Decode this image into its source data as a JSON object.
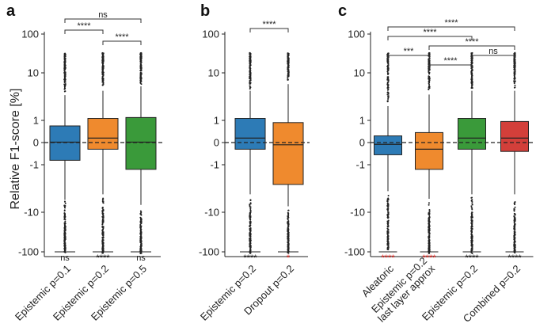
{
  "figure": {
    "ylabel": "Relative F1-score [%]",
    "colors": {
      "blue": "#2d7bb6",
      "orange": "#ef8a2e",
      "green": "#3a9a3a",
      "red": "#d33f3a",
      "sig_red": "#e8302a",
      "ink": "#222222"
    }
  },
  "chart_data": [
    {
      "type": "box",
      "panel_label": "a",
      "y_scale": "symlog",
      "y_ticks": [
        {
          "value": -100,
          "label": "-100"
        },
        {
          "value": -10,
          "label": "-10"
        },
        {
          "value": -1,
          "label": "-1"
        },
        {
          "value": 0,
          "label": "0"
        },
        {
          "value": 1,
          "label": "1"
        },
        {
          "value": 10,
          "label": "10"
        },
        {
          "value": 100,
          "label": "100"
        }
      ],
      "reference_line": 0,
      "categories": [
        "Epistemic p=0.1",
        "Epistemic p=0.2",
        "Epistemic p=0.5"
      ],
      "boxes": [
        {
          "name": "Epistemic p=0.1",
          "color": "blue",
          "q1": -0.8,
          "median": 0.02,
          "q3": 0.75,
          "whisker_low": -5.5,
          "whisker_high": 3.4,
          "out_low": -100,
          "out_high": 30,
          "bottom_label": "ns",
          "bottom_label_color": "ink"
        },
        {
          "name": "Epistemic p=0.2",
          "color": "orange",
          "q1": -0.3,
          "median": 0.2,
          "q3": 1.1,
          "whisker_low": -4.2,
          "whisker_high": 4.2,
          "out_low": -100,
          "out_high": 30,
          "bottom_label": "****",
          "bottom_label_color": "ink"
        },
        {
          "name": "Epistemic p=0.5",
          "color": "green",
          "q1": -1.25,
          "median": 0.02,
          "q3": 1.15,
          "whisker_low": -7.0,
          "whisker_high": 5.2,
          "out_low": -100,
          "out_high": 30,
          "bottom_label": "ns",
          "bottom_label_color": "ink"
        }
      ],
      "brackets": [
        {
          "from": 0,
          "to": 2,
          "label": "ns",
          "level": 3
        },
        {
          "from": 0,
          "to": 1,
          "label": "****",
          "level": 2
        },
        {
          "from": 1,
          "to": 2,
          "label": "****",
          "level": 1
        }
      ]
    },
    {
      "type": "box",
      "panel_label": "b",
      "y_scale": "symlog",
      "y_ticks": [
        {
          "value": -100,
          "label": "-100"
        },
        {
          "value": -10,
          "label": "-10"
        },
        {
          "value": -1,
          "label": "-1"
        },
        {
          "value": 0,
          "label": "0"
        },
        {
          "value": 1,
          "label": "1"
        },
        {
          "value": 10,
          "label": "10"
        },
        {
          "value": 100,
          "label": "100"
        }
      ],
      "reference_line": 0,
      "categories": [
        "Epistemic p=0.2",
        "Dropout p=0.2"
      ],
      "boxes": [
        {
          "name": "Epistemic p=0.2",
          "color": "blue",
          "q1": -0.3,
          "median": 0.2,
          "q3": 1.1,
          "whisker_low": -4.2,
          "whisker_high": 4.2,
          "out_low": -100,
          "out_high": 30,
          "bottom_label": "****",
          "bottom_label_color": "ink"
        },
        {
          "name": "Dropout p=0.2",
          "color": "orange",
          "q1": -2.6,
          "median": -0.1,
          "q3": 0.9,
          "whisker_low": -7.5,
          "whisker_high": 5.8,
          "out_low": -100,
          "out_high": 30,
          "bottom_label": "*",
          "bottom_label_color": "sig_red"
        }
      ],
      "brackets": [
        {
          "from": 0,
          "to": 1,
          "label": "****",
          "level": 3
        }
      ]
    },
    {
      "type": "box",
      "panel_label": "c",
      "y_scale": "symlog",
      "y_ticks": [
        {
          "value": -100,
          "label": "-100"
        },
        {
          "value": -10,
          "label": "-10"
        },
        {
          "value": -1,
          "label": "-1"
        },
        {
          "value": 0,
          "label": "0"
        },
        {
          "value": 1,
          "label": "1"
        },
        {
          "value": 10,
          "label": "10"
        },
        {
          "value": 100,
          "label": "100"
        }
      ],
      "reference_line": 0,
      "categories": [
        "Aleatoric",
        "Epistemic p=0.2\nlast layer approx",
        "Epistemic p=0.2",
        "Combined p=0.2"
      ],
      "boxes": [
        {
          "name": "Aleatoric",
          "color": "blue",
          "q1": -0.55,
          "median": -0.08,
          "q3": 0.3,
          "whisker_low": -3.6,
          "whisker_high": 2.0,
          "out_low": -80,
          "out_high": 30,
          "bottom_label": "****",
          "bottom_label_color": "sig_red"
        },
        {
          "name": "Epistemic p=0.2 last layer approx",
          "color": "orange",
          "q1": -1.25,
          "median": -0.3,
          "q3": 0.45,
          "whisker_low": -5.2,
          "whisker_high": 3.5,
          "out_low": -100,
          "out_high": 30,
          "bottom_label": "****",
          "bottom_label_color": "sig_red"
        },
        {
          "name": "Epistemic p=0.2",
          "color": "green",
          "q1": -0.3,
          "median": 0.2,
          "q3": 1.1,
          "whisker_low": -4.2,
          "whisker_high": 4.2,
          "out_low": -100,
          "out_high": 30,
          "bottom_label": "****",
          "bottom_label_color": "ink"
        },
        {
          "name": "Combined p=0.2",
          "color": "red",
          "q1": -0.4,
          "median": 0.2,
          "q3": 0.95,
          "whisker_low": -4.2,
          "whisker_high": 4.2,
          "out_low": -100,
          "out_high": 30,
          "bottom_label": "****",
          "bottom_label_color": "ink"
        }
      ],
      "brackets": [
        {
          "from": 0,
          "to": 3,
          "label": "****",
          "level": 5
        },
        {
          "from": 0,
          "to": 2,
          "label": "****",
          "level": 4
        },
        {
          "from": 1,
          "to": 3,
          "label": "****",
          "level": 3
        },
        {
          "from": 0,
          "to": 1,
          "label": "***",
          "level": 2
        },
        {
          "from": 2,
          "to": 3,
          "label": "ns",
          "level": 2
        },
        {
          "from": 1,
          "to": 2,
          "label": "****",
          "level": 1
        }
      ]
    }
  ]
}
